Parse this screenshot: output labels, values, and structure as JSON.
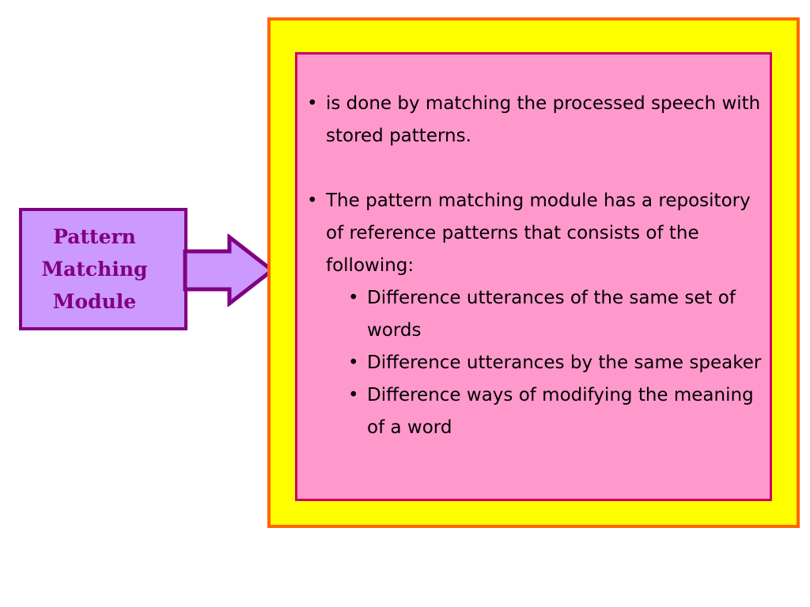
{
  "module": {
    "title": "Pattern\nMatching\nModule"
  },
  "content": {
    "bullets": [
      {
        "marker": "•",
        "text": "is done by matching the processed speech with stored patterns."
      },
      {
        "marker": "•",
        "text": "The pattern matching module has a repository of reference patterns that consists of the following:"
      }
    ],
    "sub_bullets": [
      {
        "marker": "•",
        "text": "Difference utterances of the same set of words"
      },
      {
        "marker": "•",
        "text": "Difference utterances by the same speaker"
      },
      {
        "marker": "•",
        "text": "Difference ways of modifying the meaning of a word"
      }
    ]
  },
  "colors": {
    "module_fill": "#cc99ff",
    "module_border": "#800080",
    "module_text": "#800080",
    "arrow_fill": "#cc99ff",
    "arrow_stroke": "#800080",
    "outer_fill": "#ffff00",
    "outer_border": "#ff6600",
    "panel_fill": "#ff99cc",
    "panel_border": "#cc0066"
  }
}
